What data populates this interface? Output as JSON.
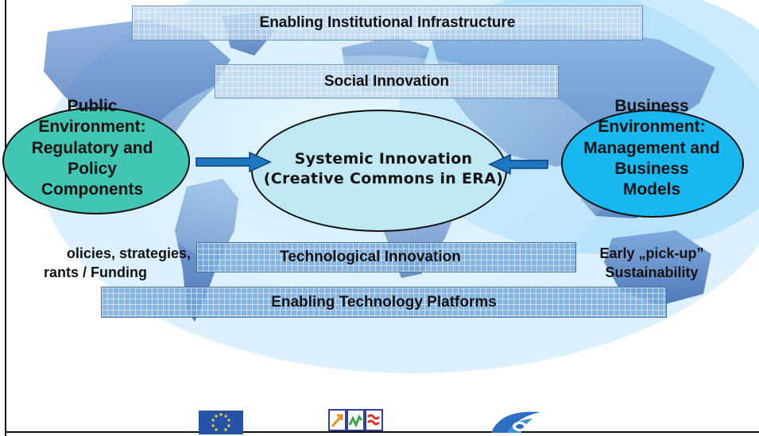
{
  "bands": {
    "institutional": "Enabling Institutional Infrastructure",
    "social": "Social Innovation",
    "technological": "Technological Innovation",
    "platforms": "Enabling Technology Platforms"
  },
  "public_env": {
    "line1": "Public",
    "line2": "Environment:",
    "line3": "Regulatory and",
    "line4": "Policy",
    "line5": "Components"
  },
  "systemic": {
    "line1": "Systemic Innovation",
    "line2": "(Creative Commons in ERA)"
  },
  "business_env": {
    "line1": "Business",
    "line2": "Environment:",
    "line3": "Management and",
    "line4": "Business",
    "line5": "Models"
  },
  "left_notes": {
    "line1": "olicies, strategies,",
    "line2": "rants / Funding"
  },
  "right_notes": {
    "line1": "Early „pick-up”",
    "line2": "Sustainability"
  },
  "colors": {
    "ocean": "#1aa0ea",
    "land": "#2f64b0",
    "public_ellipse": "#41c6b3",
    "systemic_ellipse": "#bfe8f3",
    "business_ellipse": "#17b8ef",
    "arrow": "#1f77c2"
  },
  "icons": [
    "eu-flag-icon",
    "ist-logo-icon",
    "fp6-logo-icon"
  ]
}
